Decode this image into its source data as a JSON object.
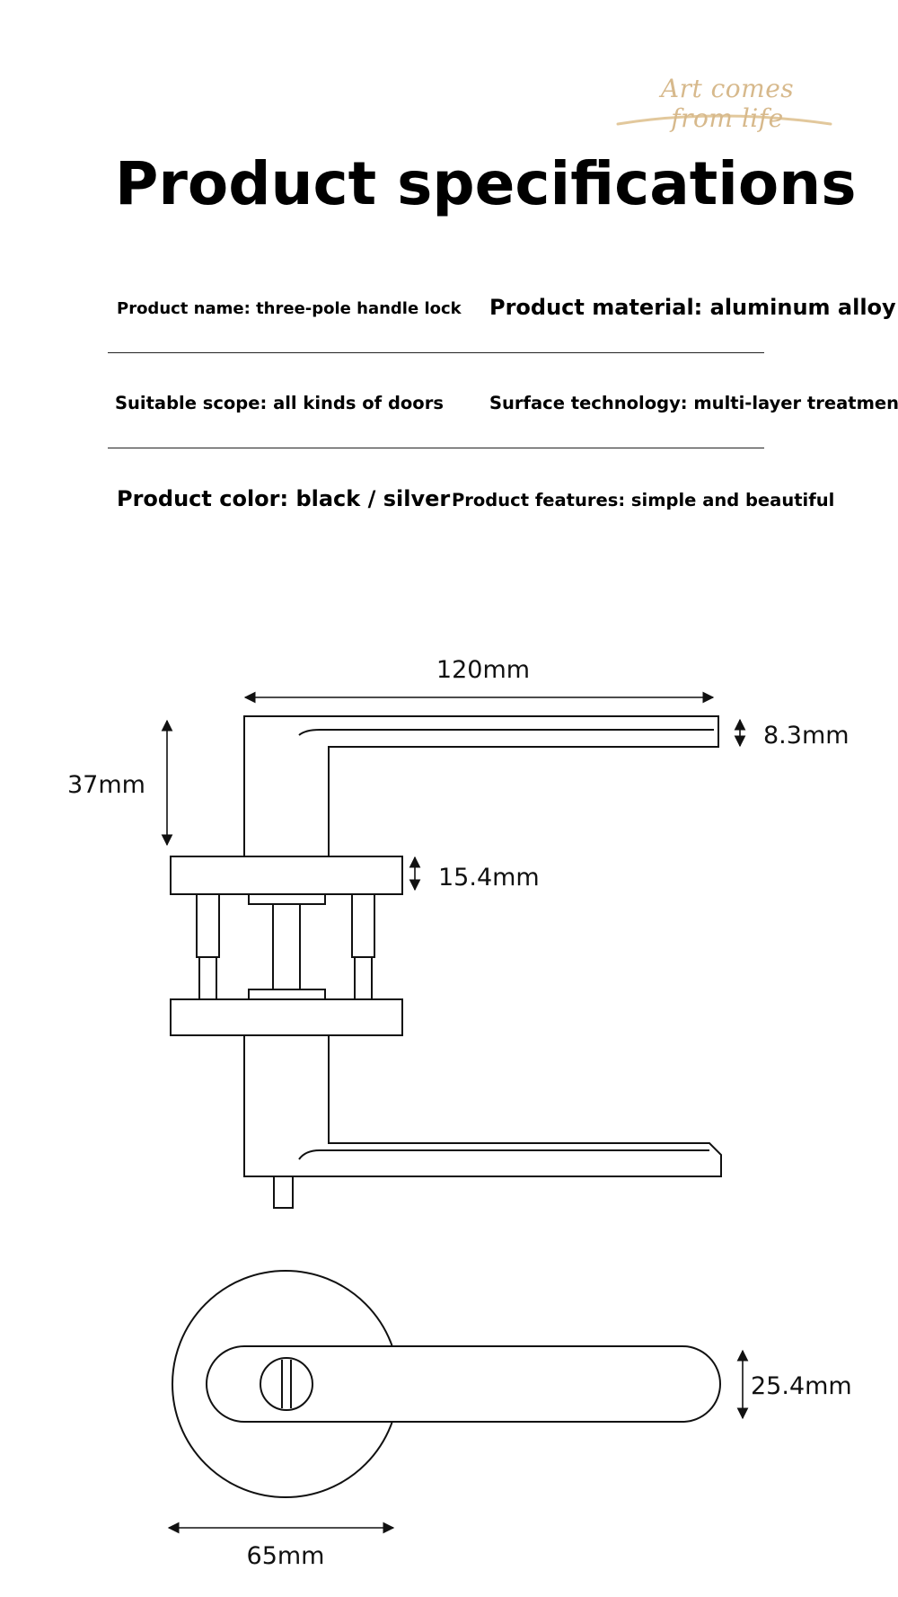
{
  "slogan": "Art comes from life",
  "title": "Product specifications",
  "specs": {
    "name": "Product name: three-pole handle lock",
    "material": "Product material: aluminum alloy",
    "scope": "Suitable scope: all kinds of doors",
    "surface": "Surface technology: multi-layer treatment",
    "color": "Product color: black / silver",
    "features": "Product features: simple and beautiful"
  },
  "dimensions": {
    "lever_length": "120mm",
    "lever_thickness": "8.3mm",
    "handle_height": "37mm",
    "rose_thickness": "15.4mm",
    "lever_width": "25.4mm",
    "rose_diameter": "65mm"
  },
  "colors": {
    "slogan_gold": "#d7b98c",
    "line": "#222222",
    "text": "#000000"
  }
}
